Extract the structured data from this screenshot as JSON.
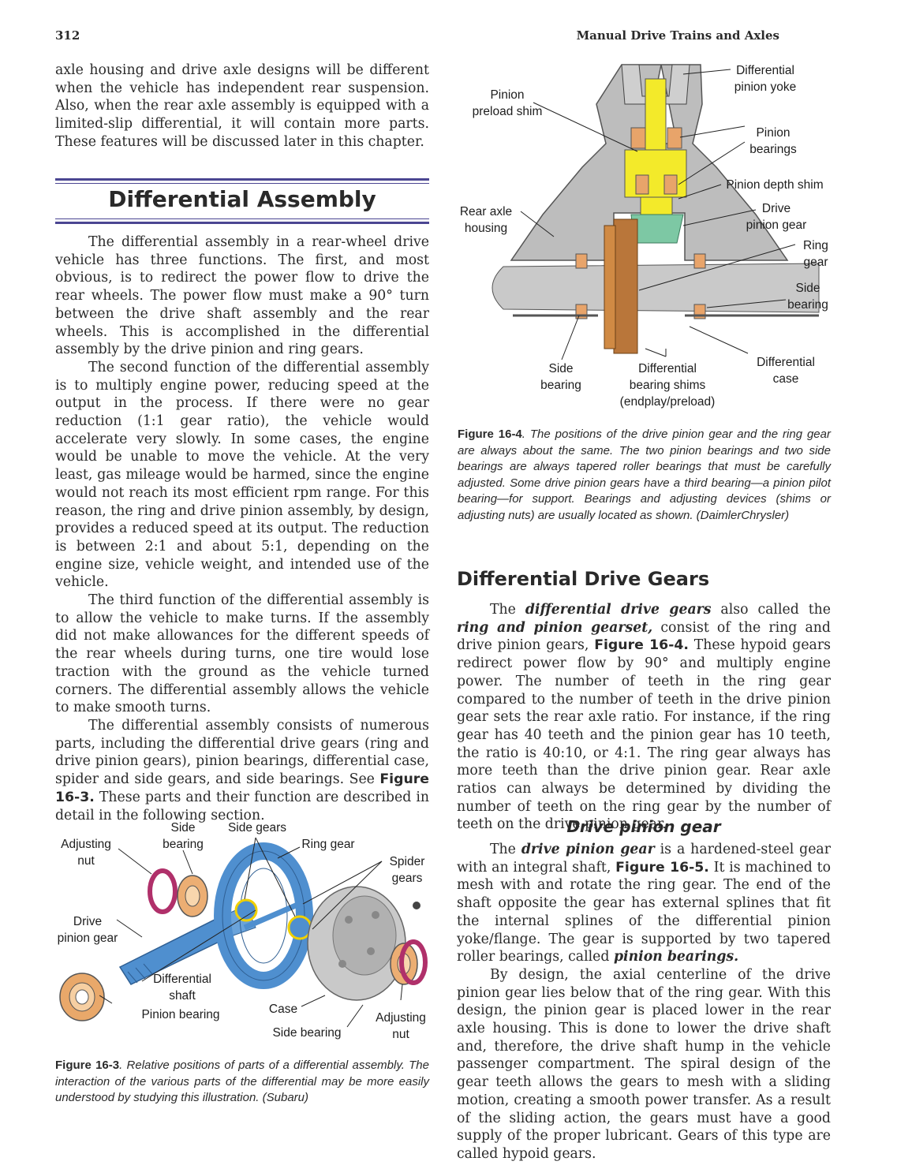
{
  "header": {
    "page_number": "312",
    "running_title": "Manual Drive Trains and Axles"
  },
  "left": {
    "intro": "axle housing and drive axle designs will be different when the vehicle has independent rear suspension. Also, when the rear axle assembly is equipped with a limited-slip differential, it will contain more parts. These features will be discussed later in this chapter.",
    "section_title": "Differential Assembly",
    "p1": "The differential assembly in a rear-wheel drive vehicle has three functions. The first, and most obvious, is to redirect the power flow to drive the rear wheels. The power flow must make a 90° turn between the drive shaft assembly and the rear wheels. This is accomplished in the differential assembly by the drive pinion and ring gears.",
    "p2": "The second function of the differential assembly is to multiply engine power, reducing speed at the output in the process. If there were no gear reduction (1:1 gear ratio), the vehicle would accelerate very slowly. In some cases, the engine would be unable to move the vehicle. At the very least, gas mileage would be harmed, since the engine would not reach its most efficient rpm range. For this reason, the ring and drive pinion assembly, by design, provides a reduced speed at its output. The reduction is between 2:1 and about 5:1, depending on the engine size, vehicle weight, and intended use of the vehicle.",
    "p3": "The third function of the differential assembly is to allow the vehicle to make turns. If the assembly did not make allowances for the different speeds of the rear wheels during turns, one tire would lose traction with the ground as the vehicle turned corners. The differential assembly allows the vehicle to make smooth turns.",
    "p4_a": "The differential assembly consists of numerous parts, including the differential drive gears (ring and drive pinion gears), pinion bearings, differential case, spider and side gears, and side bearings. See ",
    "p4_ref": "Figure 16-3.",
    "p4_b": " These parts and their function are described in detail in the following section."
  },
  "fig3": {
    "labels": {
      "side_bearing_top_1": "Side",
      "side_bearing_top_2": "bearing",
      "side_gears": "Side gears",
      "adjusting_nut_left_1": "Adjusting",
      "adjusting_nut_left_2": "nut",
      "ring_gear": "Ring gear",
      "spider_1": "Spider",
      "spider_2": "gears",
      "drive_pinion_1": "Drive",
      "drive_pinion_2": "pinion gear",
      "diff_shaft_1": "Differential",
      "diff_shaft_2": "shaft",
      "case": "Case",
      "pinion_bearing": "Pinion bearing",
      "side_bearing_bottom": "Side bearing",
      "adjusting_nut_right_1": "Adjusting",
      "adjusting_nut_right_2": "nut"
    },
    "caption_label": "Figure 16-3",
    "caption_text": ". Relative positions of parts of a differential assembly. The interaction of the various parts of the differential may be more easily understood by studying this illustration. (Subaru)"
  },
  "fig4": {
    "labels": {
      "yoke_1": "Differential",
      "yoke_2": "pinion yoke",
      "preload_1": "Pinion",
      "preload_2": "preload shim",
      "pin_bear_1": "Pinion",
      "pin_bear_2": "bearings",
      "depth_shim": "Pinion depth shim",
      "housing_1": "Rear axle",
      "housing_2": "housing",
      "drive_pin_1": "Drive",
      "drive_pin_2": "pinion gear",
      "ring_1": "Ring",
      "ring_2": "gear",
      "side_r_1": "Side",
      "side_r_2": "bearing",
      "side_l_1": "Side",
      "side_l_2": "bearing",
      "shims_1": "Differential",
      "shims_2": "bearing shims",
      "shims_3": "(endplay/preload)",
      "case_1": "Differential",
      "case_2": "case"
    },
    "caption_label": "Figure 16-4",
    "caption_text": ". The positions of the drive pinion gear and the ring gear are always about the same. The two pinion bearings and two side bearings are always tapered roller bearings that must be carefully adjusted. Some drive pinion gears have a third bearing—a pinion pilot bearing—for support. Bearings and adjusting devices (shims or adjusting nuts) are usually located as shown. (DaimlerChrysler)"
  },
  "right": {
    "h2": "Differential Drive Gears",
    "dg_a": "The ",
    "dg_term1": "differential drive gears",
    "dg_b": " also called the ",
    "dg_term2": "ring and pinion gearset,",
    "dg_c": " consist of the ring and drive pinion gears, ",
    "dg_ref": "Figure 16-4.",
    "dg_d": " These hypoid gears redirect power flow by 90° and multiply engine power. The number of teeth in the ring gear compared to the number of teeth in the drive pinion gear sets the rear axle ratio. For instance, if the ring gear has 40 teeth and the pinion gear has 10 teeth, the ratio is 40:10, or 4:1. The ring gear always has more teeth than the drive pinion gear. Rear axle ratios can always be determined by dividing the number of teeth on the ring gear by the number of teeth on the drive pinion gear.",
    "h3": "Drive pinion gear",
    "dp_a": "The ",
    "dp_term1": "drive pinion gear",
    "dp_b": " is a hardened-steel gear with an integral shaft, ",
    "dp_ref": "Figure 16-5.",
    "dp_c": " It is machined to mesh with and rotate the ring gear. The end of the shaft opposite the gear has external splines that fit the internal splines of the differential pinion yoke/flange. The gear is supported by two tapered roller bearings, called ",
    "dp_term2": "pinion bearings.",
    "dp2": "By design, the axial centerline of the drive pinion gear lies below that of the ring gear. With this design, the pinion gear is placed lower in the rear axle housing. This is done to lower the drive shaft and, therefore, the drive shaft hump in the vehicle passenger compartment. The spiral design of the gear teeth allows the gears to mesh with a sliding motion, creating a smooth power transfer. As a result of the sliding action, the gears must have a good supply of the proper lubricant. Gears of this type are called hypoid gears."
  }
}
